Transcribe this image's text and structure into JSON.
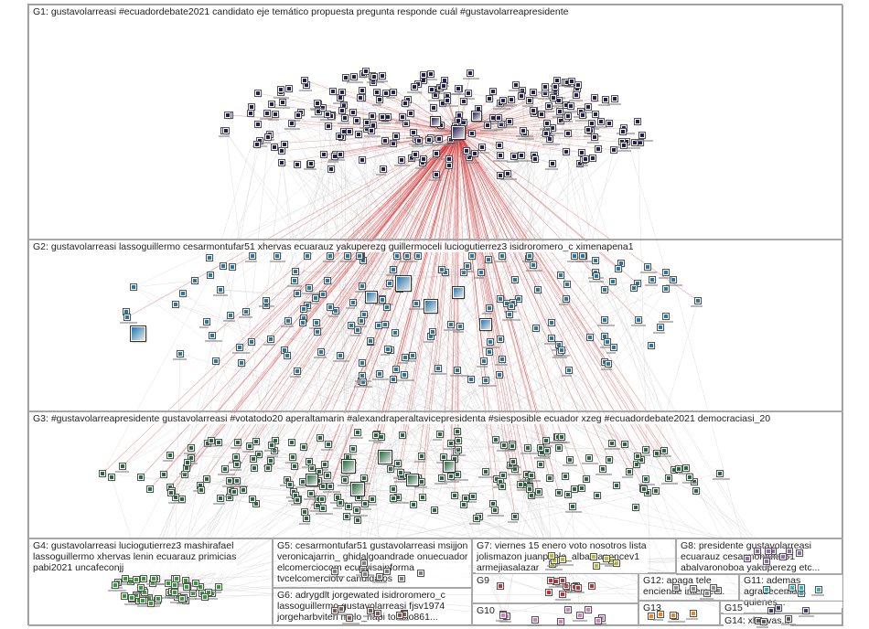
{
  "groups": [
    {
      "id": "G1",
      "label": "G1: gustavolarreasi #ecuadordebate2021 candidato eje temático propuesta pregunta responde cuál #gustavolarreapresidente",
      "color": "#1c1c5e"
    },
    {
      "id": "G2",
      "label": "G2: gustavolarreasi lassoguillermo cesarmontufar51 xhervas ecuarauz yakuperezg guillermoceli luciogutierrez3 isidroromero_c ximenapena1",
      "color": "#1f77b4"
    },
    {
      "id": "G3",
      "label": "G3: #gustavolarreapresidente gustavolarreasi #votatodo20 aperaltamarin #alexandraperaltavicepresidenta #siesposible ecuador xzeg #ecuadordebate2021 democraciasi_20",
      "color": "#1f6b3a"
    },
    {
      "id": "G4",
      "label": "G4: gustavolarreasi luciogutierrez3 mashirafael\nlassoguillermo xhervas lenin ecuarauz primicias\npabi2021 uncafeconjj",
      "color": "#2ca02c"
    },
    {
      "id": "G5",
      "label": "G5: cesarmontufar51 gustavolarreasi msijjon\nveronicajarrin_ ghidalgoandrade onuecuador\nelcomerciocom ecuavisainforma\ntvcelcomerciotv candidatos",
      "color": "#7f7f7f"
    },
    {
      "id": "G6",
      "label": "G6: adrygdlt jorgewated isidroromero_c\nlassoguillermo gustavolarreasi fjsv1974\njorgeharbviteri melo_napi toribio861...",
      "color": "#8c564b"
    },
    {
      "id": "G7",
      "label": "G7: viernes 15 enero voto nosotros lista\njolismazon juanpablo_alban aponcev1\narmejiasalazar",
      "color": "#bcbd22"
    },
    {
      "id": "G8",
      "label": "G8: presidente gustavolarreasi\necuarauz cesarmontufar51\nabalvaronoboa yakuperezg etc...",
      "color": "#9467bd"
    },
    {
      "id": "G9",
      "label": "G9",
      "color": "#d62728"
    },
    {
      "id": "G10",
      "label": "G10",
      "color": "#e377c2"
    },
    {
      "id": "G11",
      "label": "G11: ademas\nagradecemos quienes...",
      "color": "#17becf"
    },
    {
      "id": "G12",
      "label": "G12: apaga tele\nenciende internet...",
      "color": "#8c8c8c"
    },
    {
      "id": "G13",
      "label": "G13",
      "color": "#ff7f0e"
    },
    {
      "id": "G14",
      "label": "G14: xhervas...",
      "color": "#5a5a5a"
    },
    {
      "id": "G15",
      "label": "G15",
      "color": "#393b79"
    }
  ],
  "edge_colors": {
    "cross": "#c9c9c9",
    "hub": "#d62728"
  }
}
